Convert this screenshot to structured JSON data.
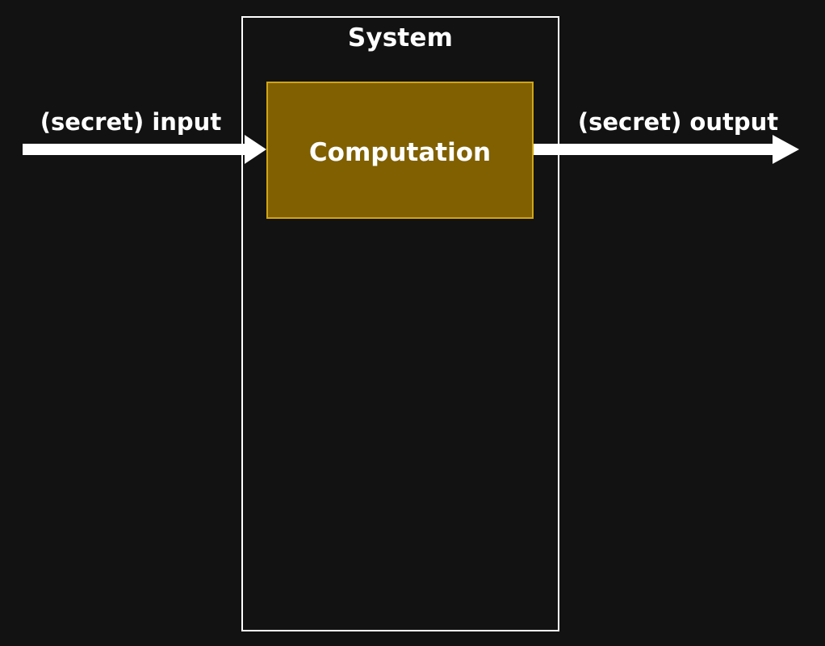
{
  "diagram": {
    "title": "System",
    "background_color": "#121212",
    "system_boundary": {
      "label": "System",
      "border_color": "#ffffff"
    },
    "blocks": [
      {
        "id": "computation",
        "label": "Computation",
        "fill_color": "#806000",
        "border_color": "#d1a515",
        "text_color": "#ffffff"
      }
    ],
    "flows": [
      {
        "id": "input-flow",
        "label": "(secret) input",
        "direction": "right",
        "color": "#ffffff"
      },
      {
        "id": "output-flow",
        "label": "(secret) output",
        "direction": "right",
        "color": "#ffffff"
      }
    ]
  }
}
